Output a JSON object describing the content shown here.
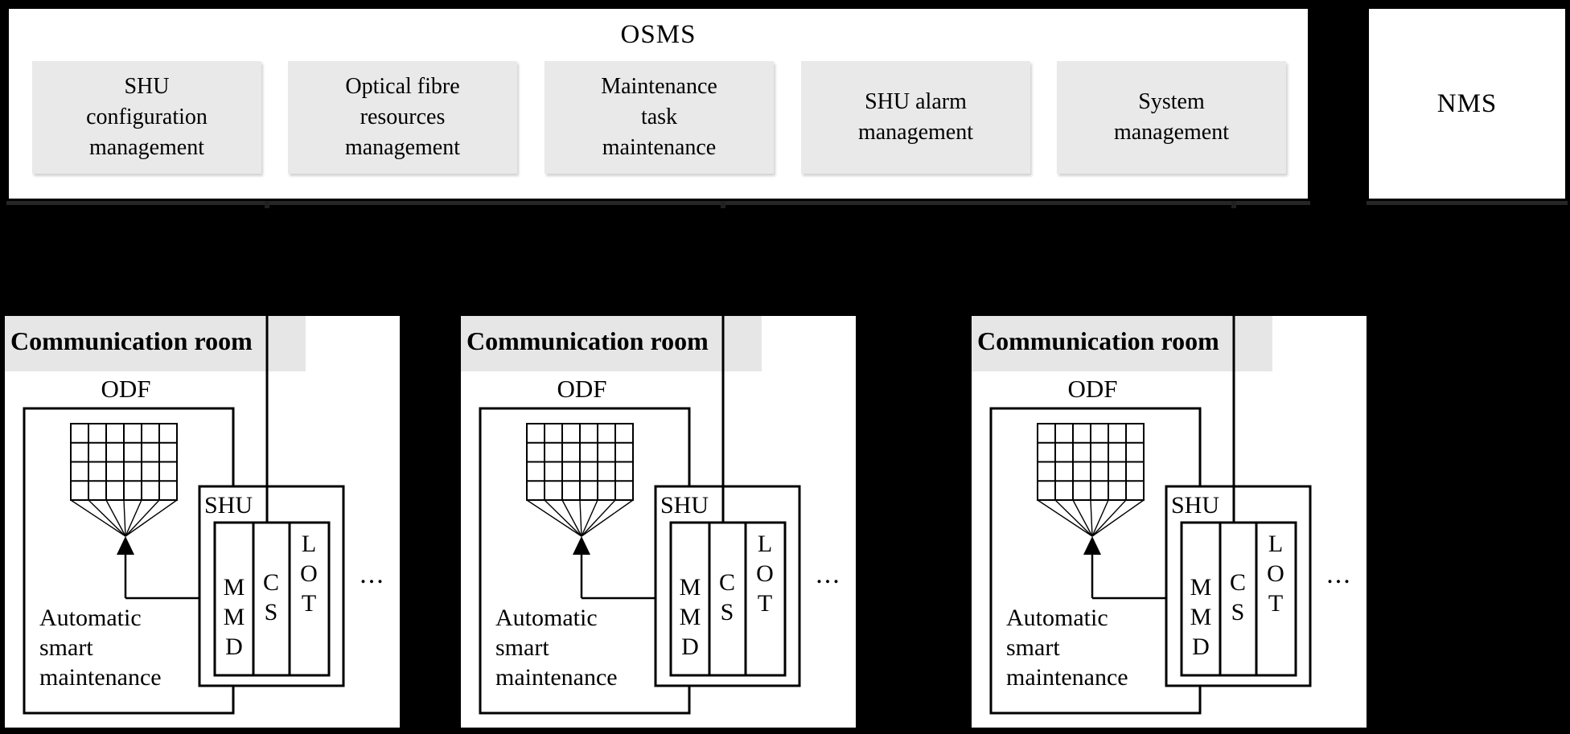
{
  "colors": {
    "background": "#000000",
    "box_fill": "#ffffff",
    "tile_fill": "#e9e9e9",
    "band_fill": "#e6e6e6",
    "line": "#000000"
  },
  "osms": {
    "title": "OSMS",
    "modules": [
      {
        "label": "SHU\nconfiguration\nmanagement"
      },
      {
        "label": "Optical fibre\nresources\nmanagement"
      },
      {
        "label": "Maintenance\ntask\nmaintenance"
      },
      {
        "label": "SHU alarm\nmanagement"
      },
      {
        "label": "System\nmanagement"
      }
    ]
  },
  "nms": {
    "title": "NMS"
  },
  "rooms": [
    {
      "title": "Communication room",
      "odf_label": "ODF",
      "shu_label": "SHU",
      "cards": [
        "M\nM\nD",
        "C\nS",
        "L\nO\nT"
      ],
      "ellipsis": "...",
      "note": "Automatic\nsmart\nmaintenance"
    },
    {
      "title": "Communication room",
      "odf_label": "ODF",
      "shu_label": "SHU",
      "cards": [
        "M\nM\nD",
        "C\nS",
        "L\nO\nT"
      ],
      "ellipsis": "...",
      "note": "Automatic\nsmart\nmaintenance"
    },
    {
      "title": "Communication room",
      "odf_label": "ODF",
      "shu_label": "SHU",
      "cards": [
        "M\nM\nD",
        "C\nS",
        "L\nO\nT"
      ],
      "ellipsis": "...",
      "note": "Automatic\nsmart\nmaintenance"
    }
  ]
}
